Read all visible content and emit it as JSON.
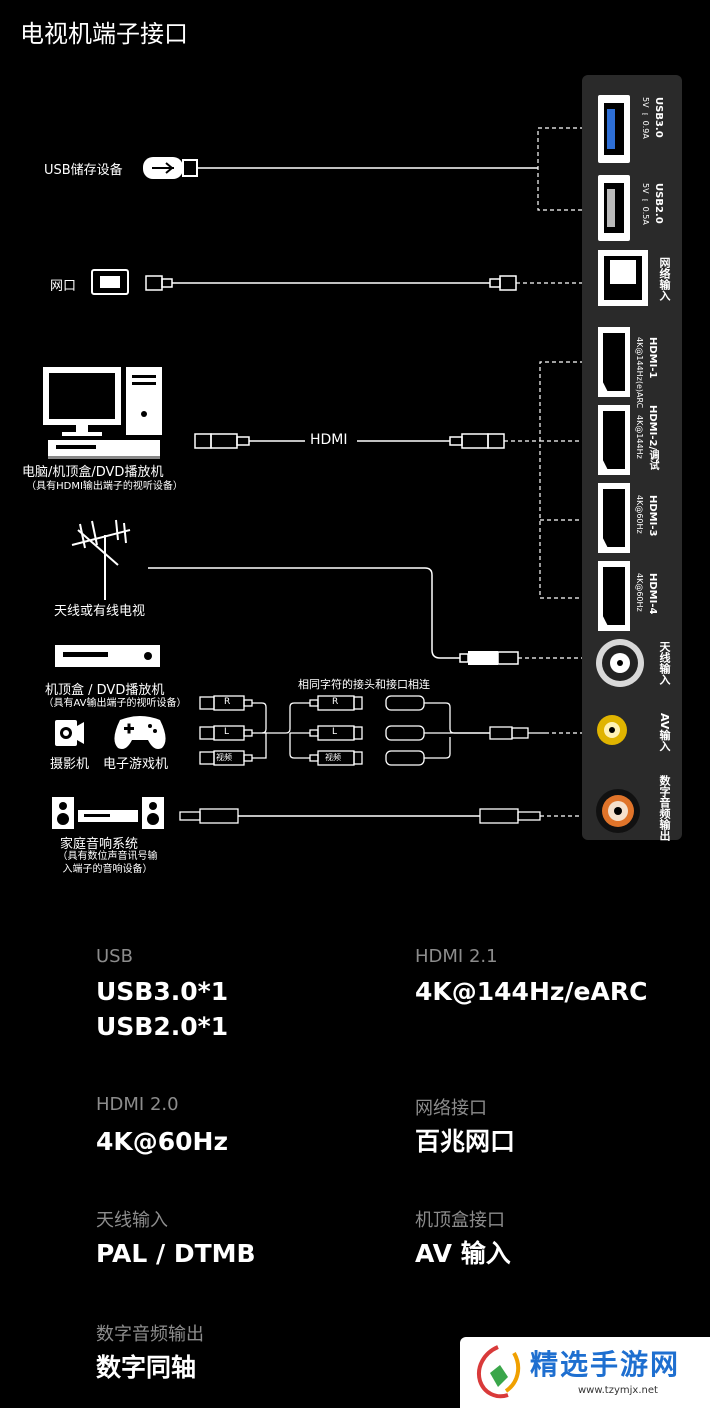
{
  "title": "电视机端子接口",
  "devices": {
    "usb_storage": "USB储存设备",
    "network": "网口",
    "pc_stb_dvd": "电脑/机顶盒/DVD播放机",
    "pc_stb_dvd_note": "（具有HDMI输出端子的视听设备）",
    "hdmi_cable": "HDMI",
    "antenna": "天线或有线电视",
    "stb_dvd": "机顶盒 / DVD播放机",
    "stb_dvd_note": "（具有AV输出端子的视听设备）",
    "camcorder": "摄影机",
    "game_console": "电子游戏机",
    "same_symbol_note": "相同字符的接头和接口相连",
    "home_audio": "家庭音响系统",
    "home_audio_note_1": "（具有数位声音讯号输",
    "home_audio_note_2": "入端子的音响设备）",
    "rca_r": "R",
    "rca_l": "L",
    "rca_video": "视频"
  },
  "ports": {
    "usb3": "USB3.0",
    "usb3_spec": "5V ⎓ 0.9A",
    "usb2": "USB2.0",
    "usb2_spec": "5V ⎓ 0.5A",
    "lan": "网络输入",
    "hdmi1": "HDMI-1",
    "hdmi1_spec": "4K@144Hz(e)ARC",
    "hdmi2": "HDMI-2/调试",
    "hdmi2_spec": "4K@144Hz",
    "hdmi3": "HDMI-3",
    "hdmi3_spec": "4K@60Hz",
    "hdmi4": "HDMI-4",
    "hdmi4_spec": "4K@60Hz",
    "antenna": "天线输入",
    "av": "AV输入",
    "coax": "数字音频输出"
  },
  "specs": [
    {
      "label": "USB",
      "value": "USB3.0*1",
      "value2": "USB2.0*1"
    },
    {
      "label": "HDMI 2.1",
      "value": "4K@144Hz/eARC"
    },
    {
      "label": "HDMI 2.0",
      "value": "4K@60Hz"
    },
    {
      "label": "网络接口",
      "value": "百兆网口"
    },
    {
      "label": "天线输入",
      "value": "PAL / DTMB"
    },
    {
      "label": "机顶盒接口",
      "value": "AV 输入"
    },
    {
      "label": "数字音频输出",
      "value": "数字同轴"
    }
  ],
  "watermark": {
    "name": "精选手游网",
    "url": "www.tzymjx.net"
  },
  "colors": {
    "background": "#000000",
    "panel": "#2a2a2a",
    "spec_label": "#8c8c8c",
    "usb3_blue": "#2e6fd6",
    "av_yellow": "#e0b400",
    "coax_orange": "#e0742a",
    "watermark_blue": "#1e6fd0"
  }
}
